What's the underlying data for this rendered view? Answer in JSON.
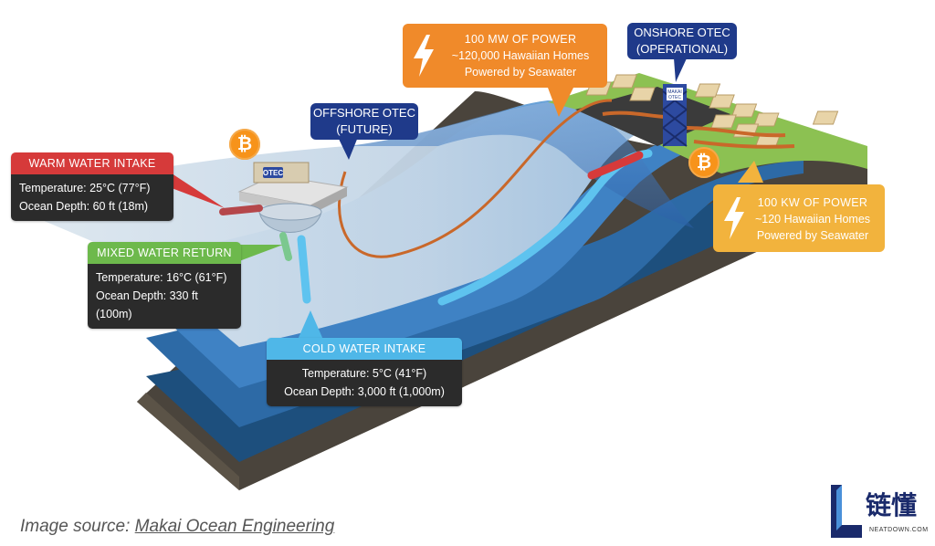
{
  "warm_intake": {
    "title": "WARM WATER INTAKE",
    "lines": [
      "Temperature: 25°C (77°F)",
      "Ocean Depth: 60 ft (18m)"
    ],
    "color": "#d63a3a"
  },
  "mixed_return": {
    "title": "MIXED WATER RETURN",
    "lines": [
      "Temperature: 16°C (61°F)",
      "Ocean Depth: 330 ft (100m)"
    ],
    "color": "#6db94c"
  },
  "cold_intake": {
    "title": "COLD WATER INTAKE",
    "lines": [
      "Temperature: 5°C (41°F)",
      "Ocean Depth: 3,000 ft (1,000m)"
    ],
    "color": "#4fb7e8"
  },
  "offshore_tag": {
    "lines": [
      "OFFSHORE OTEC",
      "(FUTURE)"
    ],
    "color": "#1f3a8a"
  },
  "onshore_tag": {
    "lines": [
      "ONSHORE OTEC",
      "(OPERATIONAL)"
    ],
    "color": "#1f3a8a"
  },
  "power_large": {
    "lines": [
      "100 MW OF POWER",
      "~120,000 Hawaiian Homes",
      "Powered by Seawater"
    ],
    "color": "#f08a2a"
  },
  "power_small": {
    "lines": [
      "100 KW OF POWER",
      "~120 Hawaiian Homes",
      "Powered by Seawater"
    ],
    "color": "#f2b33d"
  },
  "platform_label": "OTEC",
  "tower_label": [
    "MAKAI",
    "OTEC"
  ],
  "coin_symbol": "₿",
  "caption": {
    "prefix": "Image source: ",
    "source": "Makai Ocean Engineering"
  },
  "brand": {
    "chinese": "链懂",
    "latin": "NEATDOWN.COM",
    "color": "#1a2a6b",
    "accent": "#4a90d9"
  },
  "icons": [
    "bitcoin-icon",
    "lightning-bolt-icon"
  ]
}
